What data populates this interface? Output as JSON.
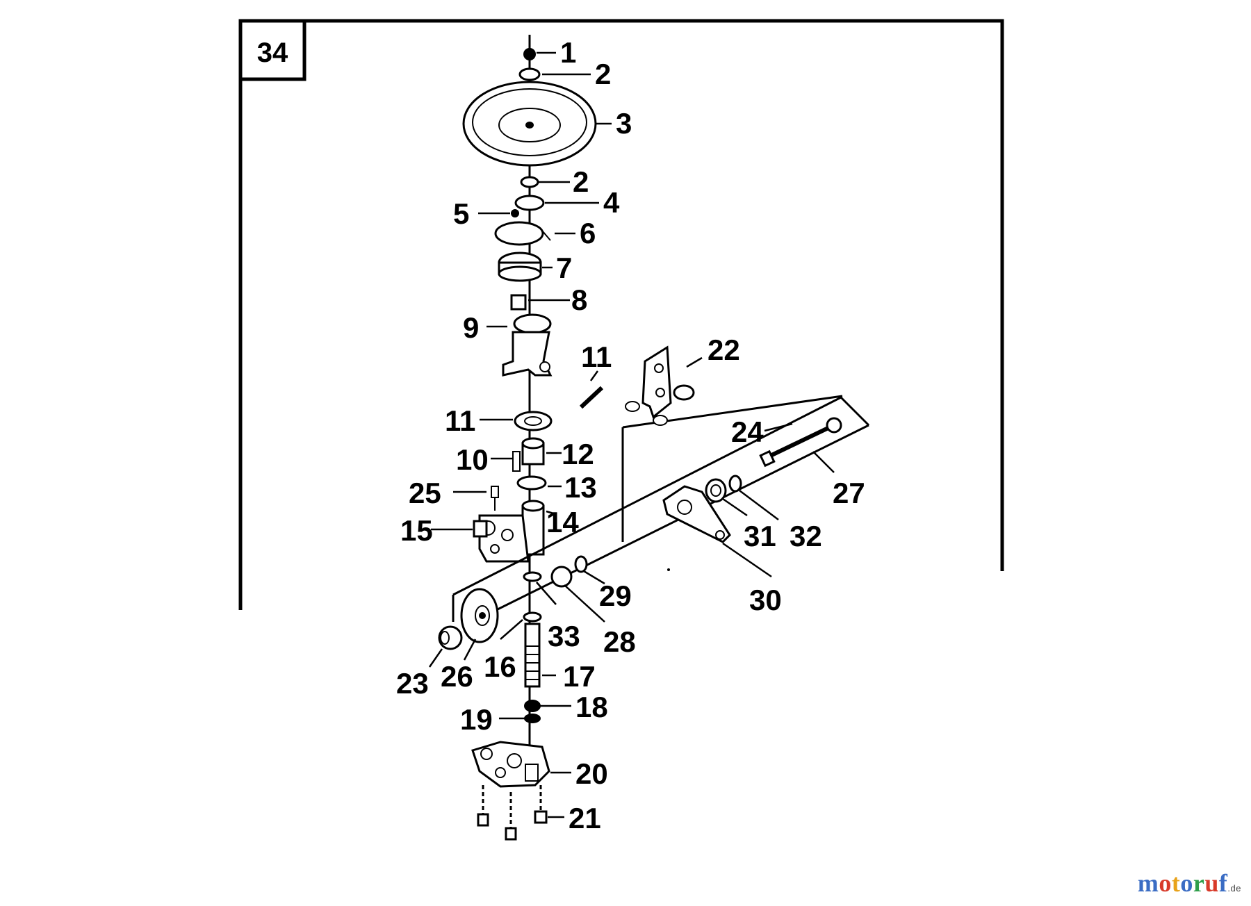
{
  "diagram": {
    "figure_number": "34",
    "callouts": [
      "1",
      "2",
      "3",
      "2",
      "4",
      "5",
      "6",
      "7",
      "8",
      "9",
      "11",
      "22",
      "11",
      "24",
      "10",
      "12",
      "27",
      "25",
      "13",
      "14",
      "15",
      "31",
      "32",
      "30",
      "29",
      "33",
      "28",
      "16",
      "23",
      "26",
      "17",
      "19",
      "18",
      "20",
      "21"
    ]
  },
  "watermark": {
    "letters": [
      "m",
      "o",
      "t",
      "o",
      "r",
      "u",
      "f"
    ],
    "letter_colors": [
      "#3a6cc4",
      "#d83a2a",
      "#e8a21a",
      "#3a6cc4",
      "#2e9e4a",
      "#d83a2a",
      "#3a6cc4"
    ],
    "tld": ".de"
  }
}
